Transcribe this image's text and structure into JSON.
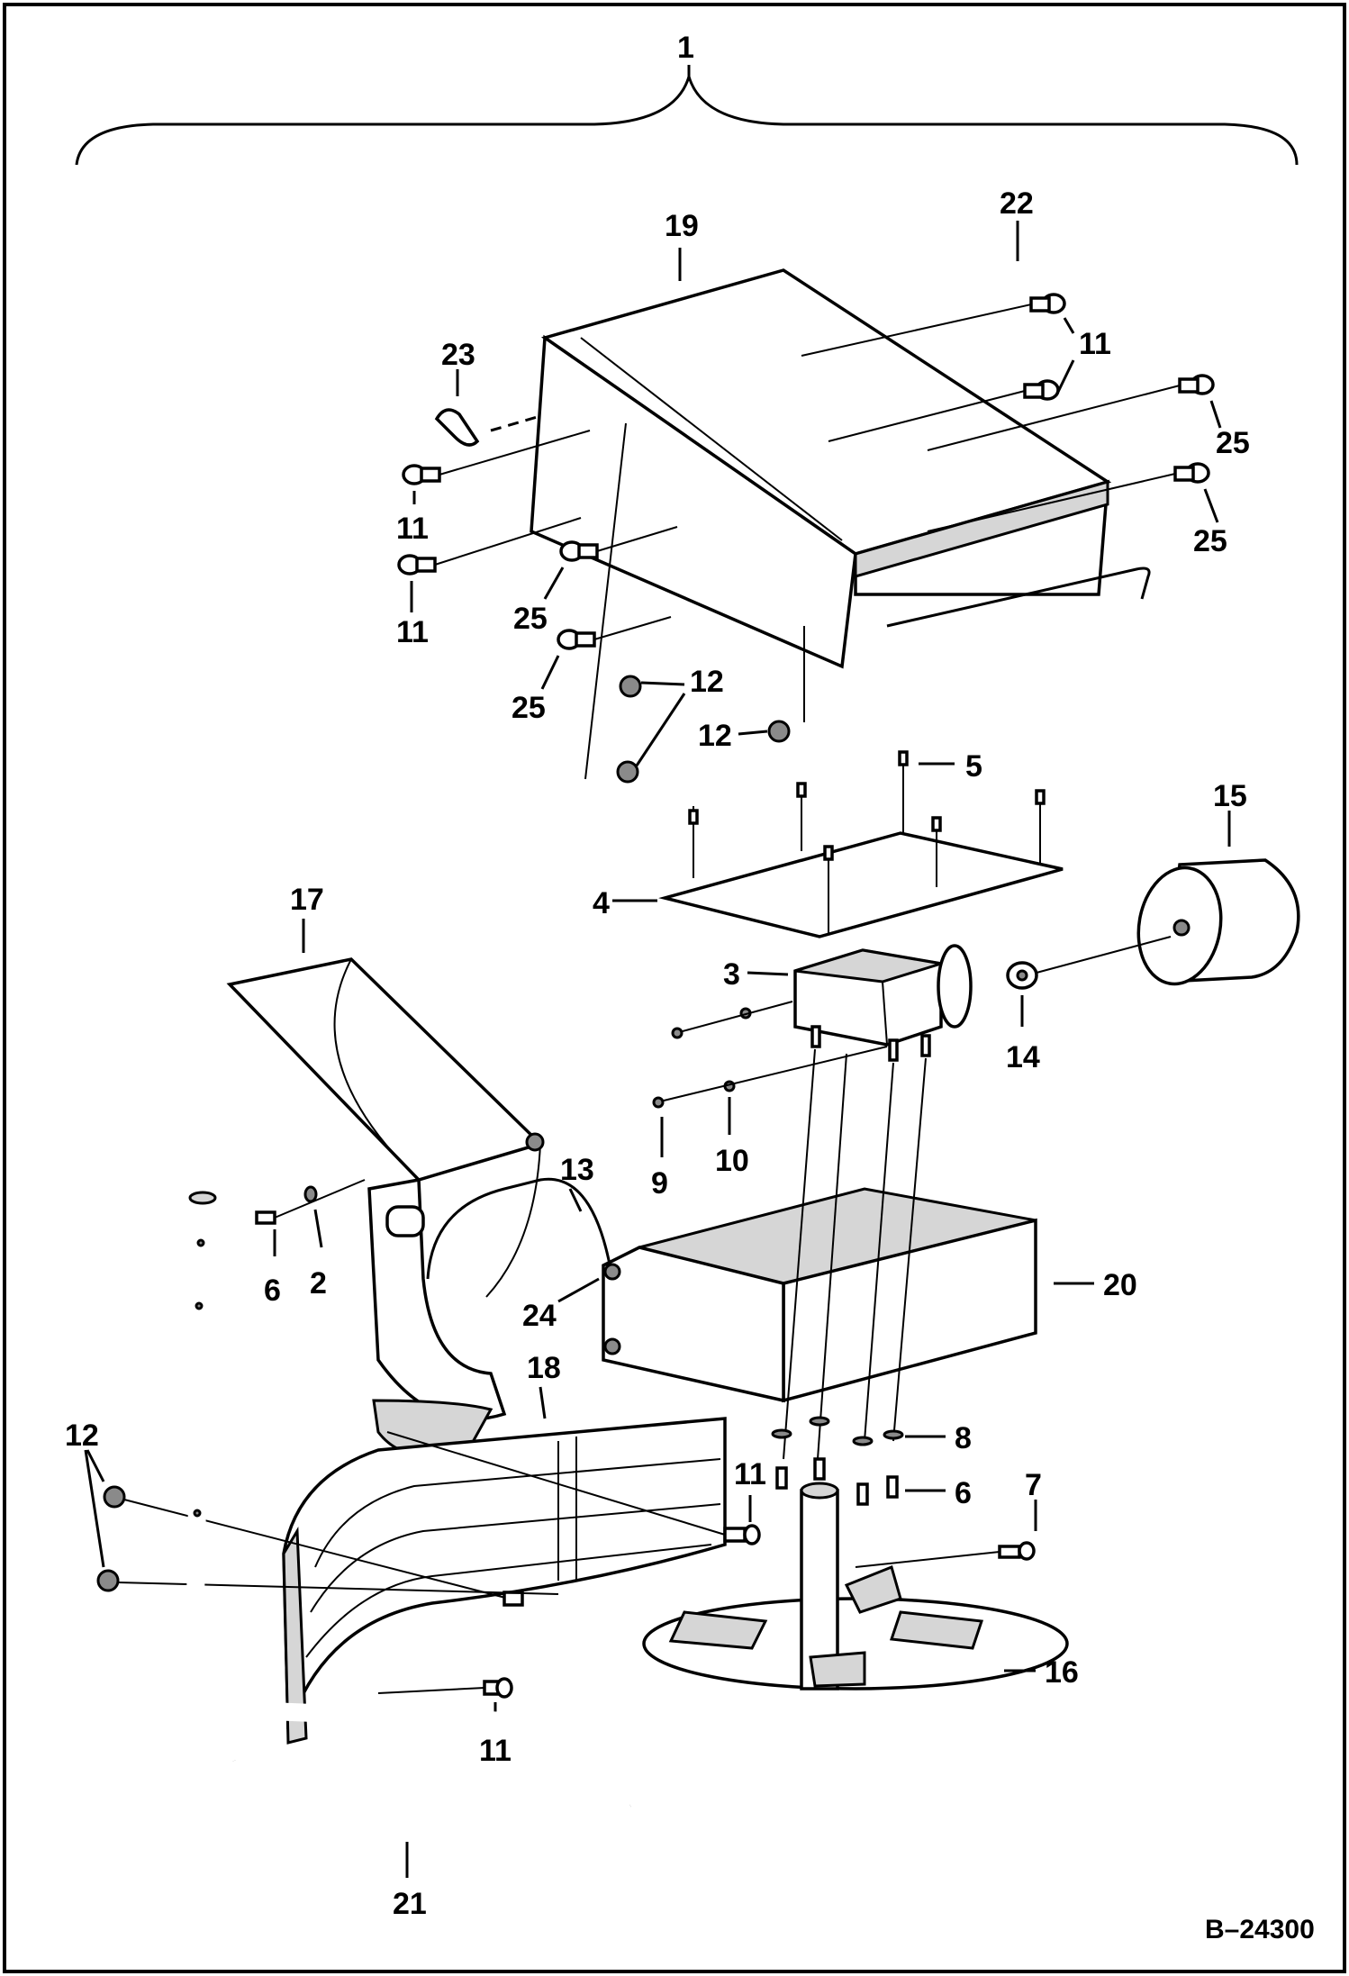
{
  "figure": {
    "reference": "B–24300"
  },
  "callouts": [
    {
      "id": "c1",
      "text": "1"
    },
    {
      "id": "c2",
      "text": "2"
    },
    {
      "id": "c3",
      "text": "3"
    },
    {
      "id": "c4",
      "text": "4"
    },
    {
      "id": "c5",
      "text": "5"
    },
    {
      "id": "c6a",
      "text": "6"
    },
    {
      "id": "c6b",
      "text": "6"
    },
    {
      "id": "c7",
      "text": "7"
    },
    {
      "id": "c8",
      "text": "8"
    },
    {
      "id": "c9",
      "text": "9"
    },
    {
      "id": "c10",
      "text": "10"
    },
    {
      "id": "c11a",
      "text": "11"
    },
    {
      "id": "c11b",
      "text": "11"
    },
    {
      "id": "c11c",
      "text": "11"
    },
    {
      "id": "c11d",
      "text": "11"
    },
    {
      "id": "c11e",
      "text": "11"
    },
    {
      "id": "c12a",
      "text": "12"
    },
    {
      "id": "c12b",
      "text": "12"
    },
    {
      "id": "c12c",
      "text": "12"
    },
    {
      "id": "c13",
      "text": "13"
    },
    {
      "id": "c14",
      "text": "14"
    },
    {
      "id": "c15",
      "text": "15"
    },
    {
      "id": "c16",
      "text": "16"
    },
    {
      "id": "c17",
      "text": "17"
    },
    {
      "id": "c18",
      "text": "18"
    },
    {
      "id": "c19",
      "text": "19"
    },
    {
      "id": "c20",
      "text": "20"
    },
    {
      "id": "c21",
      "text": "21"
    },
    {
      "id": "c22",
      "text": "22"
    },
    {
      "id": "c23",
      "text": "23"
    },
    {
      "id": "c24",
      "text": "24"
    },
    {
      "id": "c25a",
      "text": "25"
    },
    {
      "id": "c25b",
      "text": "25"
    },
    {
      "id": "c25c",
      "text": "25"
    },
    {
      "id": "c25d",
      "text": "25"
    }
  ]
}
